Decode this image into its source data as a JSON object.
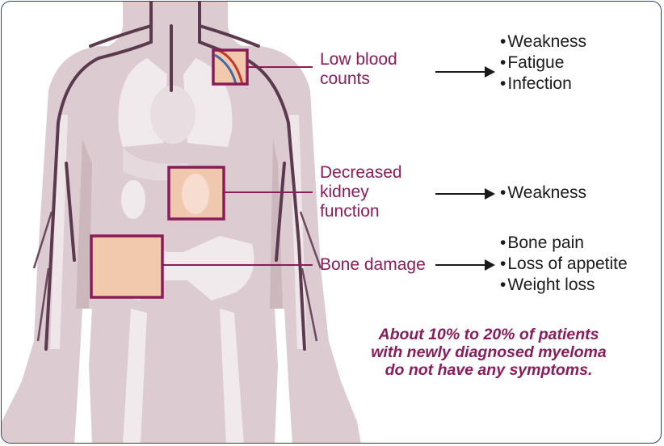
{
  "callouts": [
    {
      "label_lines": [
        "Low blood",
        "counts"
      ],
      "symptoms": [
        "Weakness",
        "Fatigue",
        "Infection"
      ]
    },
    {
      "label_lines": [
        "Decreased",
        "kidney",
        "function"
      ],
      "symptoms": [
        "Weakness"
      ]
    },
    {
      "label_lines": [
        "Bone damage"
      ],
      "symptoms": [
        "Bone pain",
        "Loss of appetite",
        "Weight loss"
      ]
    }
  ],
  "note_lines": [
    "About 10% to 20% of patients",
    "with newly diagnosed myeloma",
    "do not have any symptoms."
  ],
  "colors": {
    "accent": "#8a1c5a",
    "body": "#dccbd0",
    "vessels": "#5c3a4e",
    "organs": "#f1eaec",
    "highlight": "#f3c9ad",
    "border": "#2e4660",
    "text": "#1a1a1a"
  }
}
